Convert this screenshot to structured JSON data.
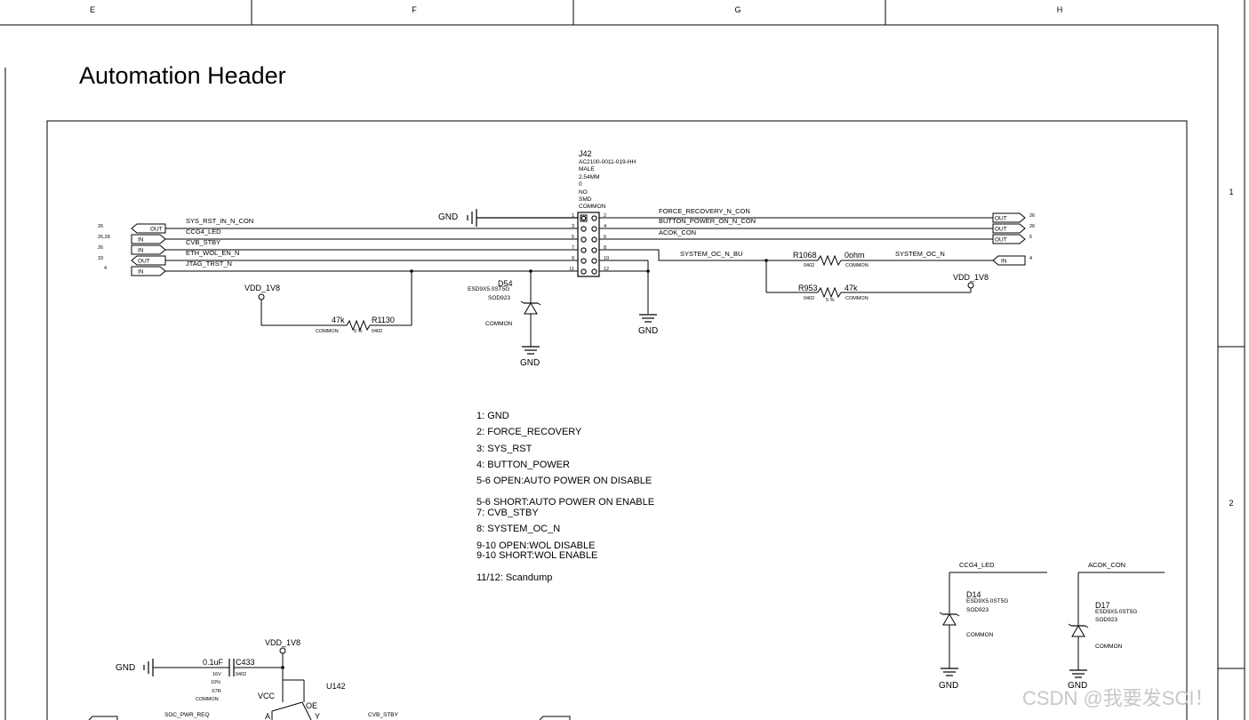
{
  "sheet": {
    "columns": [
      "E",
      "F",
      "G",
      "H"
    ],
    "rows": [
      "1",
      "2"
    ],
    "title": "Automation Header",
    "watermark": "CSDN @我要发SCI！"
  },
  "connector": {
    "ref": "J42",
    "part": "AC2100-0011-019-HH",
    "gender": "MALE",
    "pitch": "2.54MM",
    "zero": "0",
    "no": "NO",
    "smd": "SMD",
    "common": "COMMON",
    "gnd_label": "GND",
    "left_pins": [
      "1",
      "3",
      "5",
      "7",
      "9",
      "11"
    ],
    "right_pins": [
      "2",
      "4",
      "6",
      "8",
      "10",
      "12"
    ]
  },
  "left_ports": [
    {
      "ref": "26",
      "dir": "OUT",
      "net": "SYS_RST_IN_N_CON"
    },
    {
      "ref": "26,28",
      "dir": "IN",
      "net": "CCG4_LED"
    },
    {
      "ref": "26",
      "dir": "IN",
      "net": "CVB_STBY"
    },
    {
      "ref": "33",
      "dir": "OUT",
      "net": "ETH_WOL_EN_N"
    },
    {
      "ref": "4",
      "dir": "IN",
      "net": "JTAG_TRST_N"
    }
  ],
  "right_ports": [
    {
      "net": "FORCE_RECOVERY_N_CON",
      "dir": "OUT",
      "ref": "26"
    },
    {
      "net": "BUTTON_POWER_ON_N_CON",
      "dir": "OUT",
      "ref": "26"
    },
    {
      "net": "ACOK_CON",
      "dir": "OUT",
      "ref": "6"
    }
  ],
  "system_oc": {
    "net_bu": "SYSTEM_OC_N_BU",
    "net_out": "SYSTEM_OC_N",
    "port_dir": "IN",
    "port_ref": "4",
    "r1068": {
      "ref": "R1068",
      "value": "0ohm",
      "pkg": "0402",
      "tag": "COMMON"
    },
    "r953": {
      "ref": "R953",
      "value": "47k",
      "pkg": "0402",
      "tol": "5 %",
      "tag": "COMMON"
    },
    "vdd": "VDD_1V8",
    "gnd": "GND"
  },
  "left_pull": {
    "vdd": "VDD_1V8",
    "r1130": {
      "ref": "R1130",
      "value": "47k",
      "pkg": "0402",
      "tol": "5 %",
      "tag": "COMMON"
    }
  },
  "d54": {
    "ref": "D54",
    "part": "ESD9X5.0ST5G",
    "pkg": "SOD923",
    "tag": "COMMON",
    "gnd": "GND"
  },
  "notes": [
    "1: GND",
    "2: FORCE_RECOVERY",
    "3: SYS_RST",
    "4: BUTTON_POWER",
    "5-6 OPEN:AUTO POWER ON DISABLE",
    "5-6 SHORT:AUTO POWER ON ENABLE",
    "7: CVB_STBY",
    "8: SYSTEM_OC_N",
    "9-10 OPEN:WOL DISABLE",
    "9-10 SHORT:WOL ENABLE",
    "11/12: Scandump"
  ],
  "d14": {
    "net": "CCG4_LED",
    "ref": "D14",
    "part": "ESD9X5.0ST5G",
    "pkg": "SOD923",
    "tag": "COMMON",
    "gnd": "GND"
  },
  "d17": {
    "net": "ACOK_CON",
    "ref": "D17",
    "part": "ESD9X5.0ST5G",
    "pkg": "SOD923",
    "tag": "COMMON",
    "gnd": "GND"
  },
  "bottom": {
    "gnd": "GND",
    "vdd": "VDD_1V8",
    "c433": {
      "value": "0.1uF",
      "ref": "C433",
      "volt": "16V",
      "pkg": "0402",
      "tol": "10%",
      "diel": "X7R",
      "tag": "COMMON"
    },
    "u142": {
      "ref": "U142",
      "vcc": "VCC",
      "oe": "OE",
      "a": "A",
      "y": "Y"
    },
    "net_in": "SOC_PWR_REQ",
    "net_out": "CVB_STBY"
  }
}
